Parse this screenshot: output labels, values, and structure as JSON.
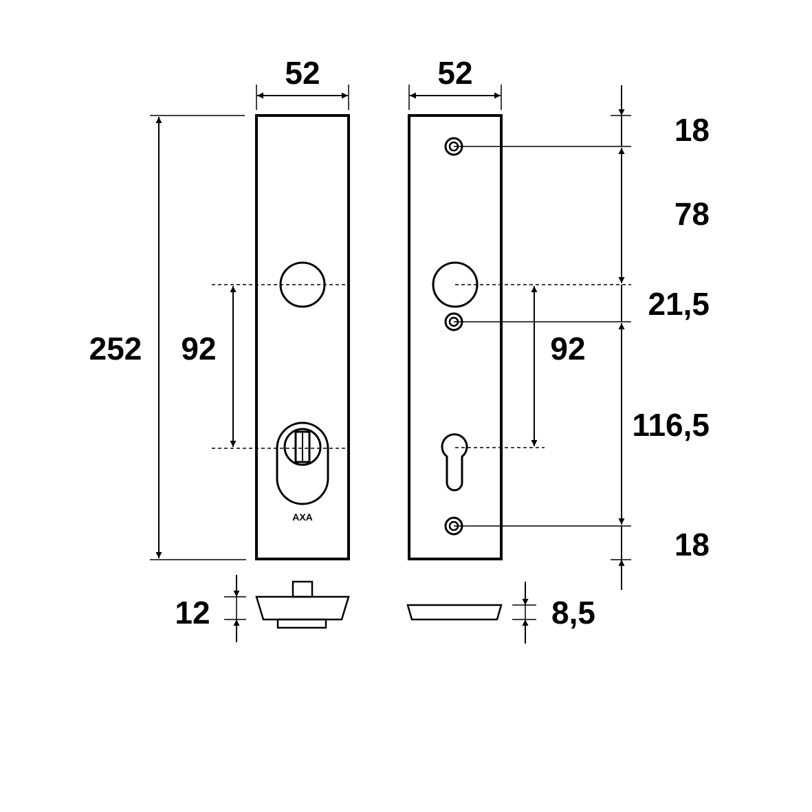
{
  "front_plate": {
    "width_label": "52",
    "height_label": "252",
    "center_distance_label": "92",
    "thickness_label": "12",
    "logo_text": "AXA"
  },
  "back_plate": {
    "width_label": "52",
    "center_distance_label": "92",
    "thickness_label": "8,5",
    "segment_labels": [
      "18",
      "78",
      "21,5",
      "116,5",
      "18"
    ]
  },
  "colors": {
    "line": "#000000",
    "background": "#ffffff"
  }
}
